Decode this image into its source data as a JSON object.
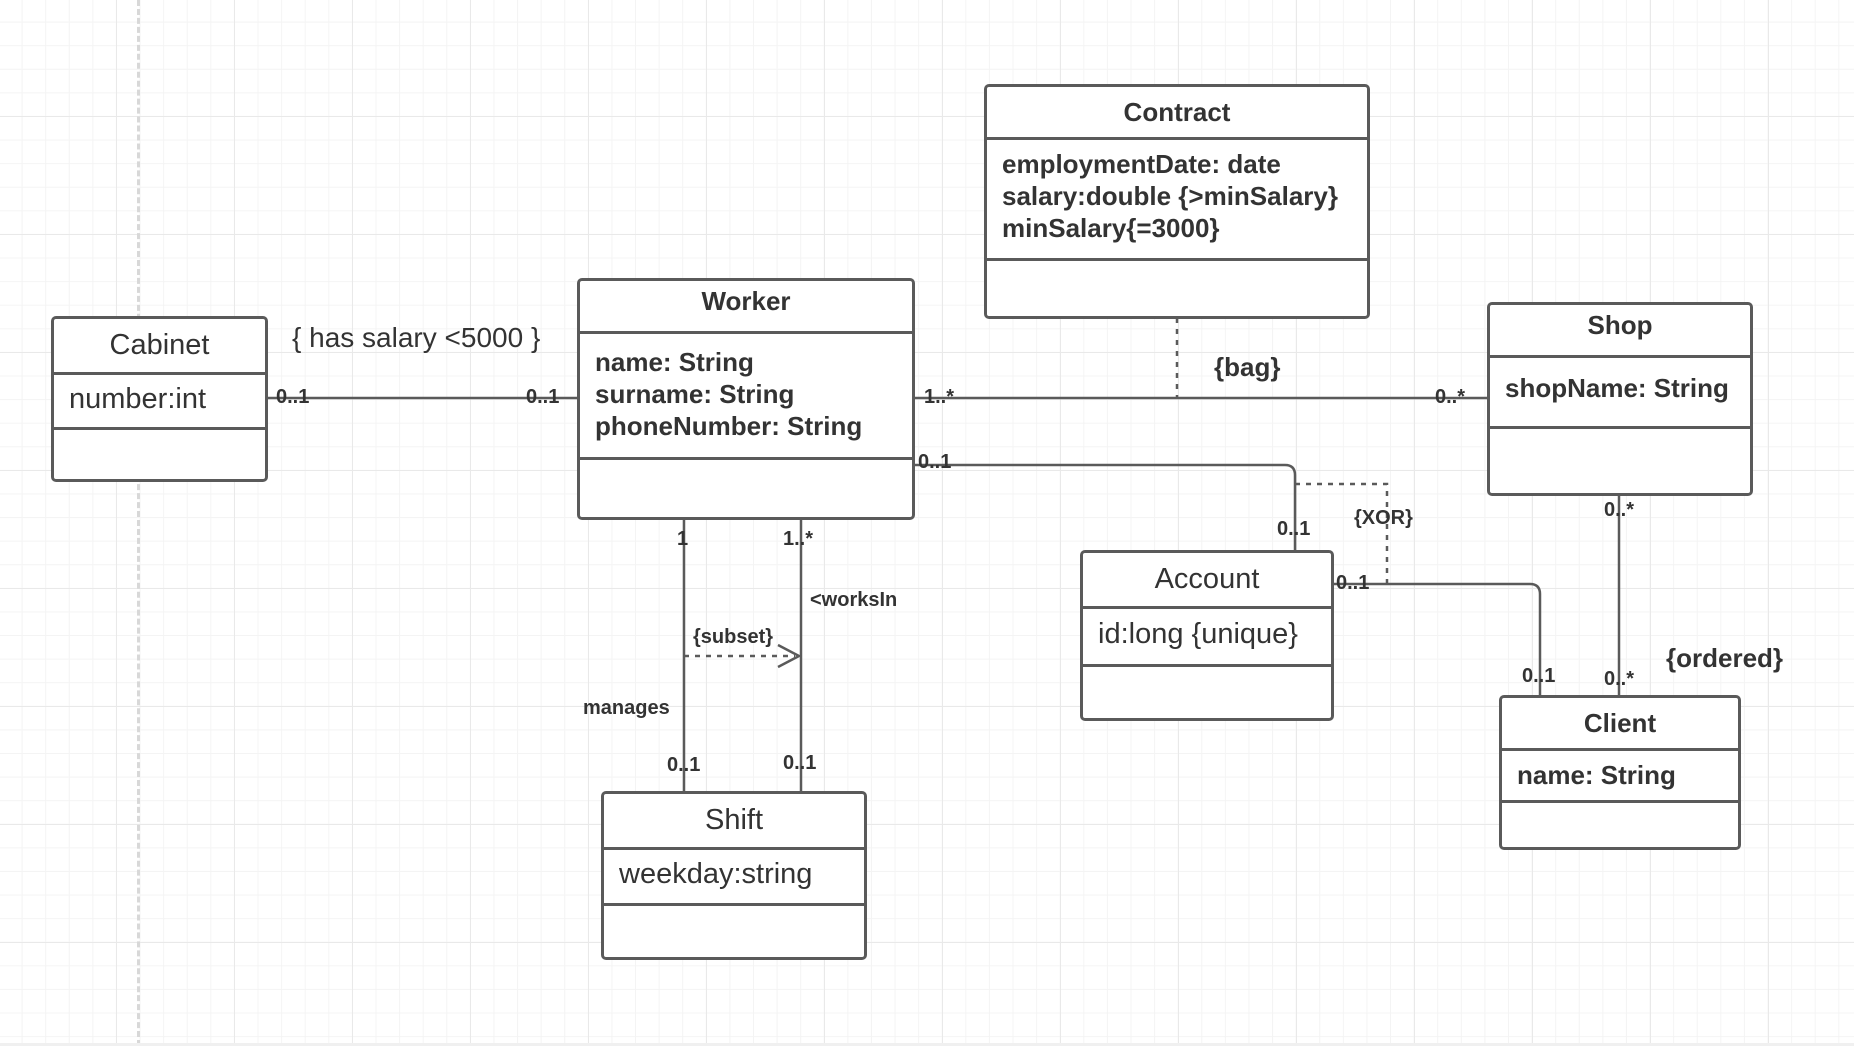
{
  "diagram": {
    "classes": {
      "cabinet": {
        "name": "Cabinet",
        "attributes": [
          "number:int"
        ]
      },
      "worker": {
        "name": "Worker",
        "attributes": [
          "name: String",
          "surname: String",
          "phoneNumber: String"
        ]
      },
      "contract": {
        "name": "Contract",
        "attributes": [
          "employmentDate: date",
          "salary:double {>minSalary}",
          "minSalary{=3000}"
        ]
      },
      "shop": {
        "name": "Shop",
        "attributes": [
          "shopName: String"
        ]
      },
      "account": {
        "name": "Account",
        "attributes": [
          "id:long {unique}"
        ]
      },
      "shift": {
        "name": "Shift",
        "attributes": [
          "weekday:string"
        ]
      },
      "client": {
        "name": "Client",
        "attributes": [
          "name: String"
        ]
      }
    },
    "constraints": {
      "has_salary": "{ has salary <5000 }",
      "bag": "{bag}",
      "xor": "{XOR}",
      "subset": "{subset}",
      "ordered": "{ordered}"
    },
    "association_names": {
      "manages": "manages",
      "works_in": "<worksIn"
    },
    "multiplicities": {
      "cabinet_worker_at_cabinet": "0..1",
      "cabinet_worker_at_worker": "0..1",
      "worker_shop_at_worker": "1..*",
      "worker_shop_at_shop": "0..*",
      "worker_account_at_worker": "0..1",
      "worker_account_at_account": "0..1",
      "manages_at_worker": "1",
      "manages_at_shift": "0..1",
      "worksin_at_worker": "1..*",
      "worksin_at_shift": "0..1",
      "account_client_at_account": "0..1",
      "account_client_at_client": "0..1",
      "shop_client_at_shop": "0..*",
      "shop_client_at_client": "0..*"
    },
    "colors": {
      "line": "#5a5a5a",
      "text": "#333333",
      "grid": "#e9e9e9"
    }
  }
}
